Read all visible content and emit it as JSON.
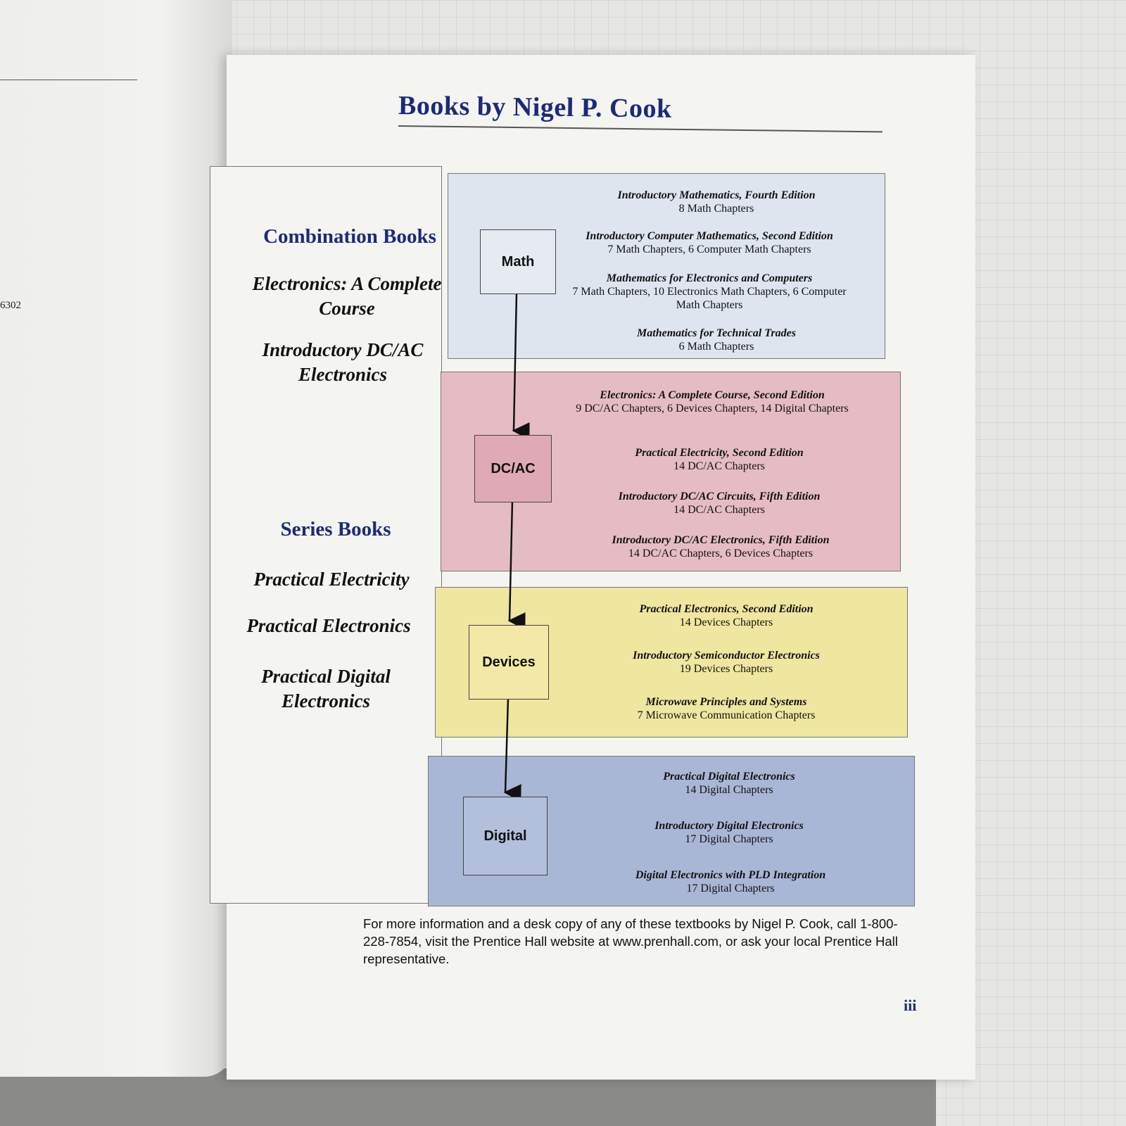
{
  "left_page": {
    "page_number_fragment": "6302"
  },
  "title": "Books by Nigel P. Cook",
  "sidebar": {
    "combination_heading": "Combination Books",
    "combination_items": [
      "Electronics: A Complete Course",
      "Introductory DC/AC Electronics"
    ],
    "series_heading": "Series Books",
    "series_items": [
      "Practical Electricity",
      "Practical Electronics",
      "Practical Digital Electronics"
    ]
  },
  "topics": {
    "math": "Math",
    "dcac": "DC/AC",
    "devices": "Devices",
    "digital": "Digital"
  },
  "books": {
    "math": [
      {
        "title": "Introductory Mathematics, Fourth Edition",
        "chapters": "8 Math Chapters"
      },
      {
        "title": "Introductory Computer Mathematics, Second Edition",
        "chapters": "7 Math Chapters, 6 Computer Math Chapters"
      },
      {
        "title": "Mathematics for Electronics and Computers",
        "chapters": "7 Math Chapters, 10 Electronics Math Chapters, 6 Computer Math Chapters"
      },
      {
        "title": "Mathematics for Technical Trades",
        "chapters": "6 Math Chapters"
      }
    ],
    "dcac": [
      {
        "title": "Electronics: A Complete Course, Second Edition",
        "chapters": "9 DC/AC Chapters, 6 Devices Chapters, 14 Digital Chapters"
      },
      {
        "title": "Practical Electricity, Second Edition",
        "chapters": "14 DC/AC Chapters"
      },
      {
        "title": "Introductory DC/AC Circuits, Fifth Edition",
        "chapters": "14 DC/AC Chapters"
      },
      {
        "title": "Introductory DC/AC Electronics, Fifth Edition",
        "chapters": "14 DC/AC Chapters, 6 Devices Chapters"
      }
    ],
    "devices": [
      {
        "title": "Practical Electronics, Second Edition",
        "chapters": "14 Devices Chapters"
      },
      {
        "title": "Introductory Semiconductor Electronics",
        "chapters": "19 Devices Chapters"
      },
      {
        "title": "Microwave Principles and Systems",
        "chapters": "7 Microwave Communication Chapters"
      }
    ],
    "digital": [
      {
        "title": "Practical Digital Electronics",
        "chapters": "14 Digital Chapters"
      },
      {
        "title": "Introductory Digital Electronics",
        "chapters": "17 Digital Chapters"
      },
      {
        "title": "Digital Electronics with PLD Integration",
        "chapters": "17 Digital Chapters"
      }
    ]
  },
  "footer": "For more information and a desk copy of any of these textbooks by Nigel P. Cook, call 1-800-228-7854, visit the Prentice Hall website at www.prenhall.com, or ask your local Prentice Hall representative.",
  "page_number": "iii",
  "colors": {
    "heading_blue": "#1b2a7a",
    "math_band": "#dfe5ef",
    "dcac_band": "#e6bcc4",
    "devices_band": "#efe6a0",
    "digital_band": "#a9b7d6"
  }
}
